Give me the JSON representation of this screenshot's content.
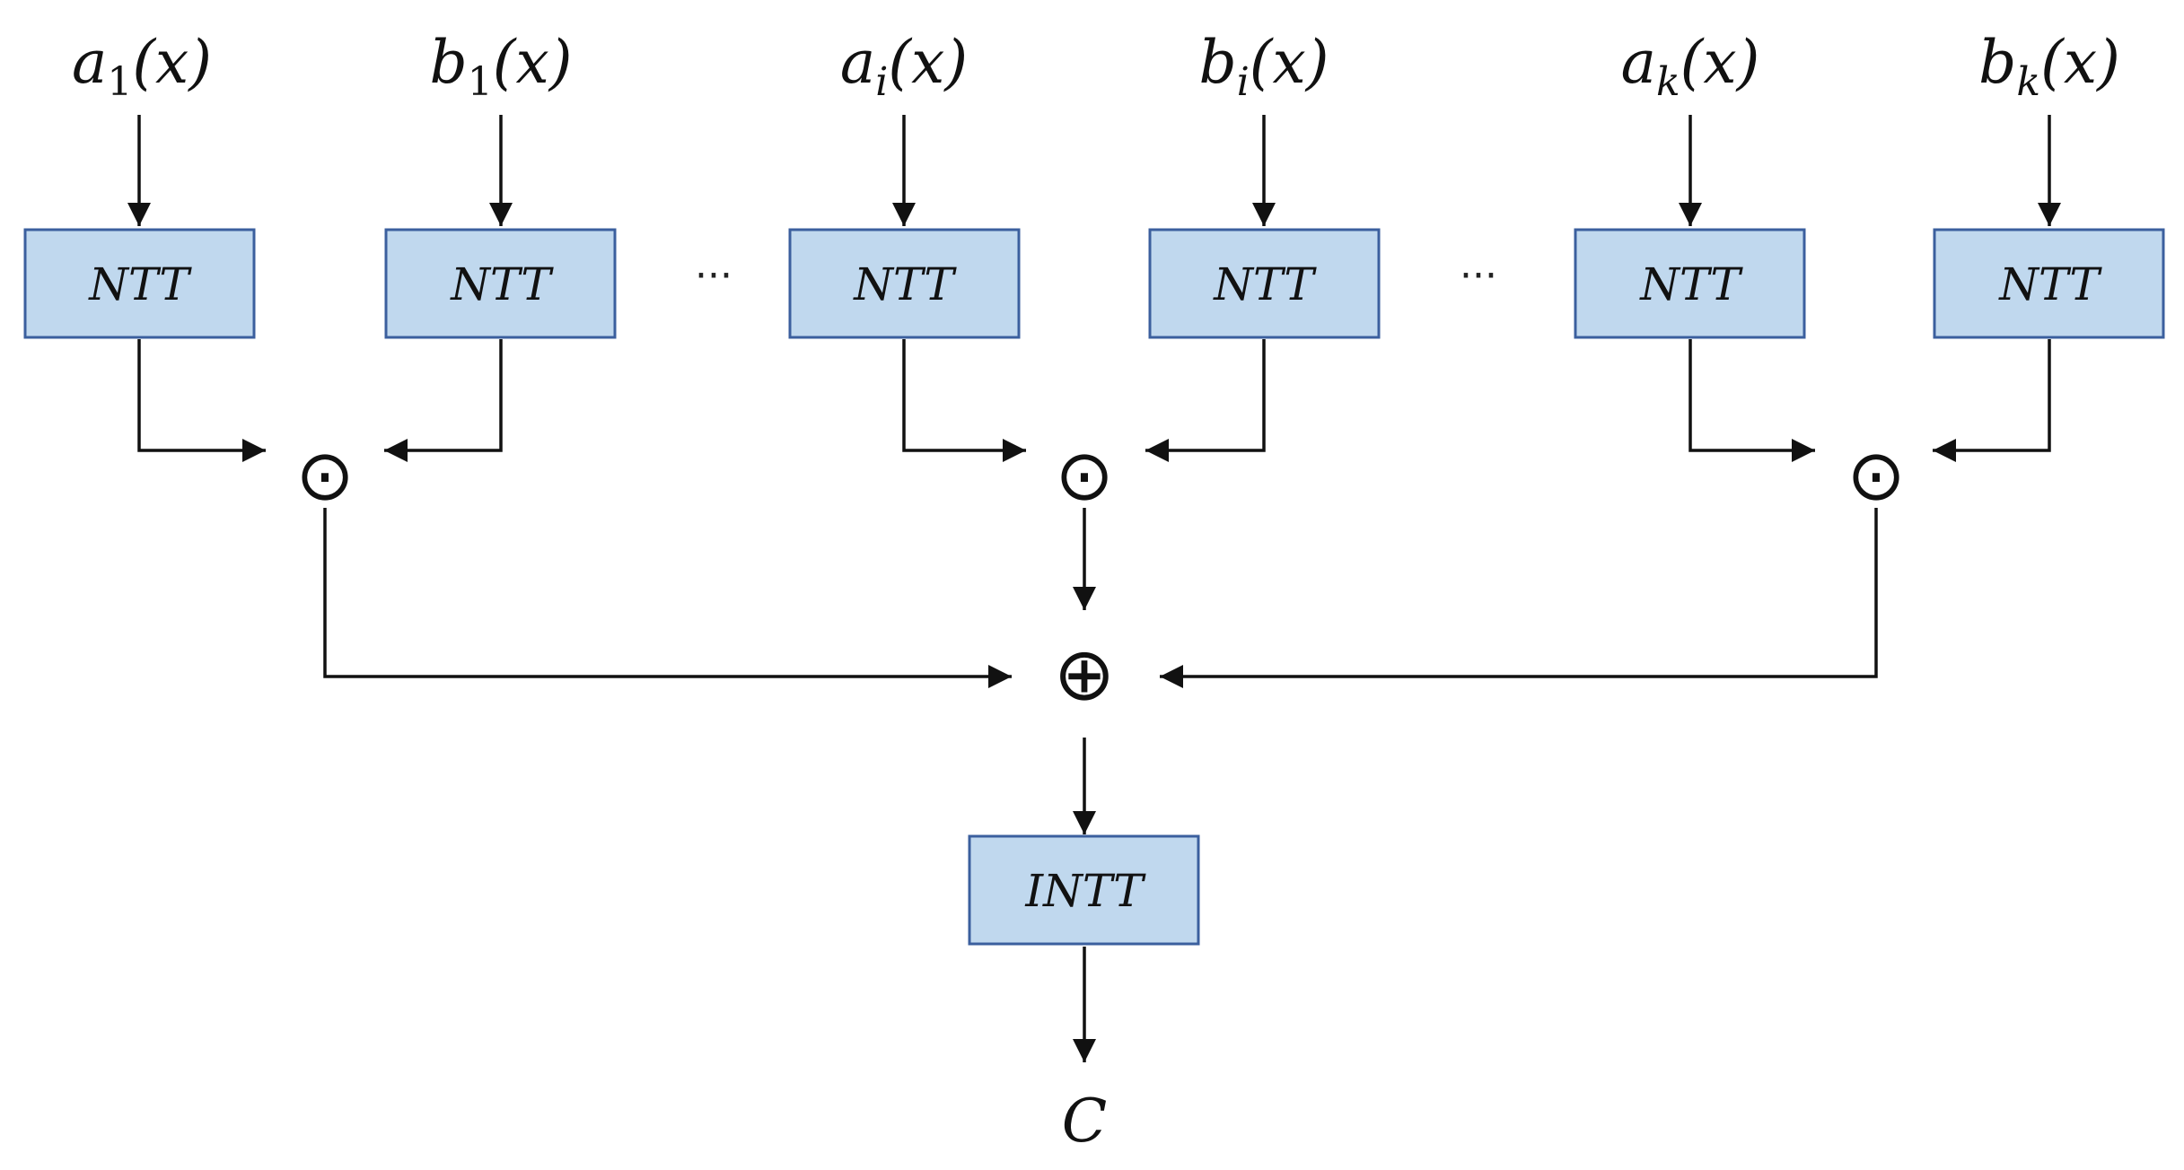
{
  "inputs": [
    {
      "id": "a1",
      "base": "a",
      "sub": "1",
      "arg": "(x)"
    },
    {
      "id": "b1",
      "base": "b",
      "sub": "1",
      "arg": "(x)"
    },
    {
      "id": "ai",
      "base": "a",
      "sub": "i",
      "arg": "(x)"
    },
    {
      "id": "bi",
      "base": "b",
      "sub": "i",
      "arg": "(x)"
    },
    {
      "id": "ak",
      "base": "a",
      "sub": "k",
      "arg": "(x)"
    },
    {
      "id": "bk",
      "base": "b",
      "sub": "k",
      "arg": "(x)"
    }
  ],
  "transform_label": "NTT",
  "ellipsis": "···",
  "pointwise_symbol": "⊙",
  "sum_symbol": "⊕",
  "inverse_label": "INTT",
  "output_label": "C",
  "colors": {
    "box_fill": "#c0d8ee",
    "box_stroke": "#3b5f9e",
    "line": "#111111"
  }
}
